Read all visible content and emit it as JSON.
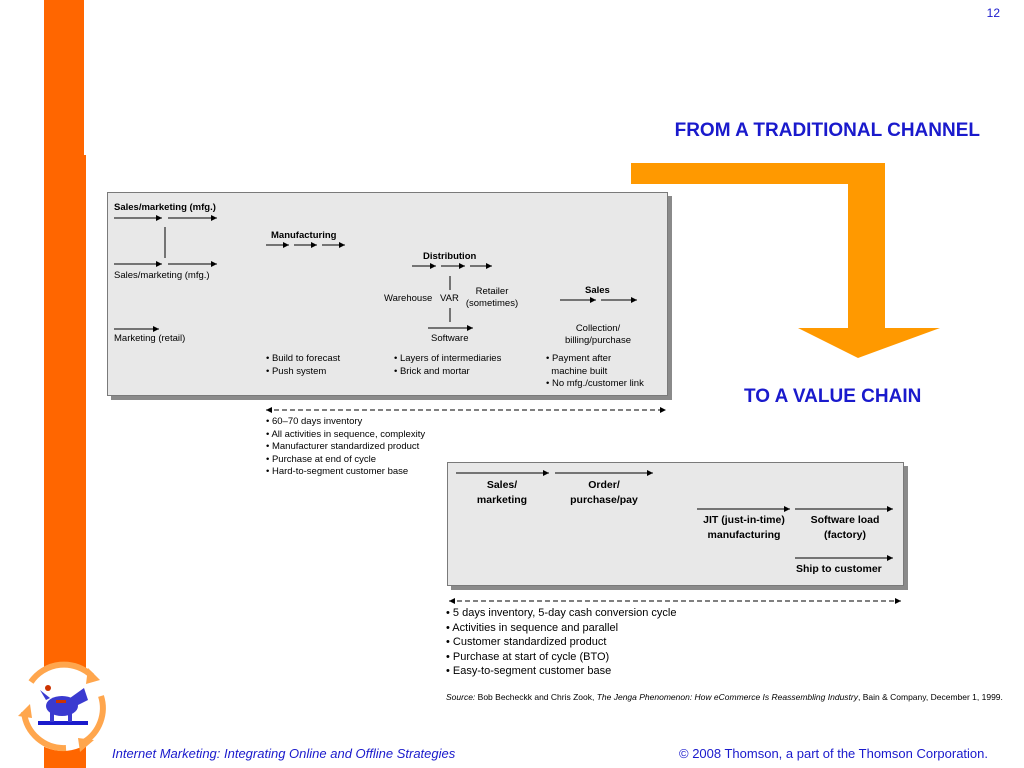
{
  "slide_number": "12",
  "headings": {
    "from": "FROM A TRADITIONAL CHANNEL",
    "to": "TO A VALUE CHAIN"
  },
  "traditional": {
    "sales_marketing_top": "Sales/marketing (mfg.)",
    "sales_marketing_bottom": "Sales/marketing (mfg.)",
    "marketing_retail": "Marketing (retail)",
    "manufacturing": "Manufacturing",
    "distribution": "Distribution",
    "warehouse": "Warehouse",
    "var": "VAR",
    "retailer": "Retailer\n(sometimes)",
    "software": "Software",
    "sales": "Sales",
    "collection": "Collection/\nbilling/purchase",
    "manufacturing_bullets": "• Build to forecast\n• Push system",
    "distribution_bullets": "• Layers of intermediaries\n• Brick and mortar",
    "sales_bullets": "• Payment after\n  machine built\n• No mfg./customer link",
    "summary": [
      "• 60–70 days inventory",
      "• All activities in sequence, complexity",
      "• Manufacturer standardized product",
      "• Purchase at end of cycle",
      "• Hard-to-segment customer base"
    ]
  },
  "value_chain": {
    "sales_marketing": "Sales/\nmarketing",
    "order": "Order/\npurchase/pay",
    "jit": "JIT (just-in-time)\nmanufacturing",
    "software_load": "Software load\n(factory)",
    "ship": "Ship to customer",
    "summary": [
      "• 5 days inventory, 5-day cash conversion cycle",
      "• Activities in sequence and parallel",
      "• Customer standardized product",
      "• Purchase at start of cycle (BTO)",
      "• Easy-to-segment customer base"
    ]
  },
  "source": {
    "prefix": "Source:",
    "authors": " Bob Becheckk and Chris Zook, ",
    "title": "The Jenga Phenomenon: How eCommerce Is Reassembling Industry",
    "rest": ", Bain & Company, December 1, 1999."
  },
  "footer": {
    "left": "Internet Marketing: Integrating Online and Offline Strategies",
    "right": "© 2008 Thomson, a part of the Thomson Corporation."
  },
  "colors": {
    "accent_orange": "#ff6600",
    "arrow_orange": "#ff9900",
    "heading_blue": "#1a1acc"
  },
  "icons": [
    "cycle-logo-icon",
    "dog-mascot-icon"
  ]
}
